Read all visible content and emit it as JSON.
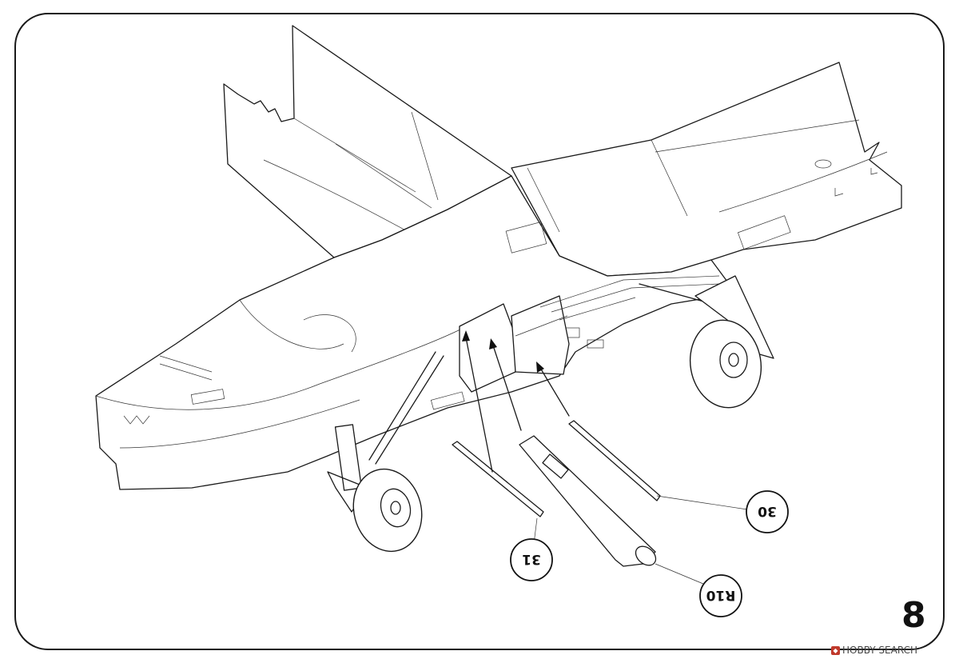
{
  "step": {
    "number": "8"
  },
  "callouts": [
    {
      "id": "part-30",
      "label": "30"
    },
    {
      "id": "part-31",
      "label": "31"
    },
    {
      "id": "part-r10",
      "label": "R10"
    }
  ],
  "watermark": {
    "text": "HOBBY SEARCH"
  }
}
